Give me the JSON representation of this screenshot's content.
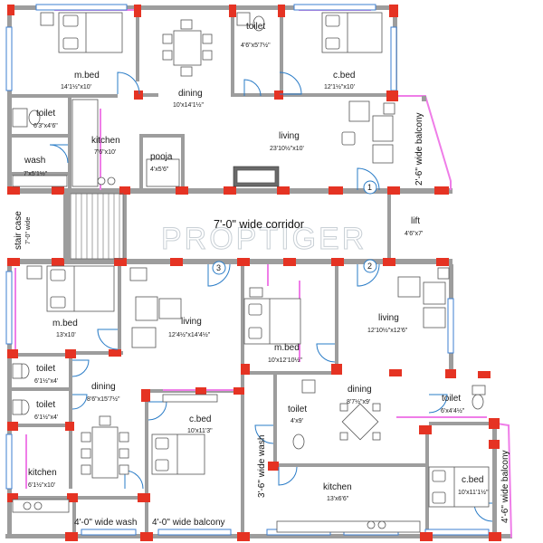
{
  "watermark": "PROPTIGER",
  "markers": [
    "1",
    "2",
    "3"
  ],
  "rooms": {
    "mbed_top": {
      "name": "m.bed",
      "dim": "14'1½\"x10'"
    },
    "dining_top": {
      "name": "dining",
      "dim": "10'x14'1½\""
    },
    "toilet_top": {
      "name": "toilet",
      "dim": "4'6\"x5'7½\""
    },
    "cbed_top": {
      "name": "c.bed",
      "dim": "12'1½\"x10'"
    },
    "toilet_tl": {
      "name": "toilet",
      "dim": "6'3\"x4'6\""
    },
    "kitchen_tl": {
      "name": "kitchen",
      "dim": "7'6\"x10'"
    },
    "wash_tl": {
      "name": "wash",
      "dim": "7'x5'1½\""
    },
    "pooja": {
      "name": "pooja",
      "dim": "4'x5'6\""
    },
    "living_top": {
      "name": "living",
      "dim": "23'10½\"x10'"
    },
    "balcony_tr": {
      "name": "2'-6\" wide balcony"
    },
    "stair": {
      "name": "stair case",
      "dim": "7'-0\" wide"
    },
    "corridor": {
      "name": "7'-0\" wide corridor"
    },
    "lift": {
      "name": "lift",
      "dim": "4'6\"x7'"
    },
    "mbed_bl": {
      "name": "m.bed",
      "dim": "13'x10'"
    },
    "living_bm": {
      "name": "living",
      "dim": "12'4½\"x14'4½\""
    },
    "mbed_bm": {
      "name": "m.bed",
      "dim": "10'x12'10½\""
    },
    "living_br": {
      "name": "living",
      "dim": "12'10½\"x12'6\""
    },
    "toilet_bl1": {
      "name": "toilet",
      "dim": "6'1½\"x4'"
    },
    "toilet_bl2": {
      "name": "toilet",
      "dim": "6'1½\"x4'"
    },
    "dining_bl": {
      "name": "dining",
      "dim": "8'6\"x15'7½\""
    },
    "cbed_bl": {
      "name": "c.bed",
      "dim": "10'x11'3\""
    },
    "kitchen_bl": {
      "name": "kitchen",
      "dim": "6'1½\"x10'"
    },
    "wash_bl": {
      "name": "4'-0\" wide wash"
    },
    "balcony_bl": {
      "name": "4'-0\" wide balcony"
    },
    "wash_vert": {
      "name": "3'-6\" wide wash"
    },
    "toilet_bm": {
      "name": "toilet",
      "dim": "4'x9'"
    },
    "kitchen_br": {
      "name": "kitchen",
      "dim": "13'x6'6\""
    },
    "dining_br": {
      "name": "dining",
      "dim": "8'7½\"x9'"
    },
    "toilet_br": {
      "name": "toilet",
      "dim": "6'x4'4½\""
    },
    "cbed_br": {
      "name": "c.bed",
      "dim": "10'x11'1½\""
    },
    "balcony_br": {
      "name": "4'-6\" wide balcony"
    }
  },
  "colors": {
    "wall": "#9d9d9d",
    "column": "#e53323",
    "window": "#3e7fd0",
    "partition": "#ef7de8",
    "door": "#2a7cc7"
  }
}
